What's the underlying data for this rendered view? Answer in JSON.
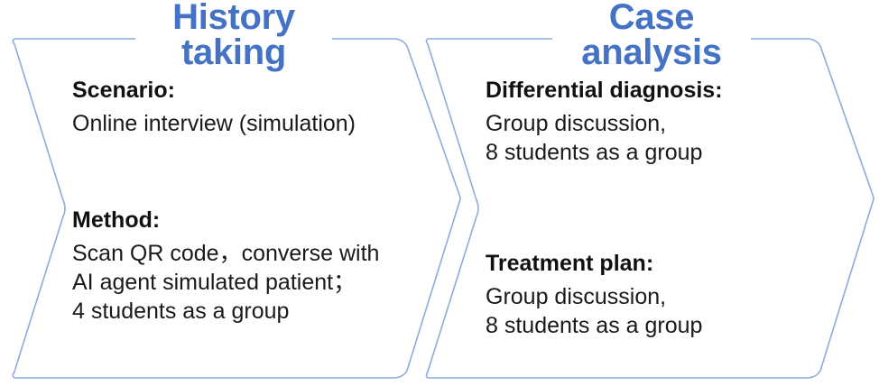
{
  "diagram": {
    "type": "process-chevron",
    "background_color": "#FFFFFF",
    "accent_color": "#4472C4",
    "outline_color": "#8FAADC",
    "text_color": "#1A1A1A"
  },
  "stages": [
    {
      "id": "history-taking",
      "title": "History\ntaking",
      "blocks": [
        {
          "id": "scenario",
          "heading": "Scenario:",
          "lines": [
            "Online interview (simulation)"
          ]
        },
        {
          "id": "method",
          "heading": "Method:",
          "lines": [
            "Scan QR code，converse with",
            "AI agent simulated patient；",
            "4 students as a group"
          ]
        }
      ]
    },
    {
      "id": "case-analysis",
      "title": "Case\nanalysis",
      "blocks": [
        {
          "id": "differential-diagnosis",
          "heading": "Differential diagnosis:",
          "lines": [
            "Group discussion,",
            "8 students as a group"
          ]
        },
        {
          "id": "treatment-plan",
          "heading": "Treatment plan:",
          "lines": [
            "Group discussion,",
            "8 students as a group"
          ]
        }
      ]
    }
  ]
}
